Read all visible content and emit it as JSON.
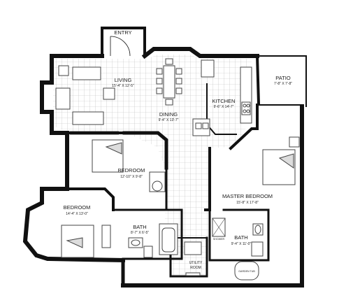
{
  "rooms": {
    "entry": {
      "name": "ENTRY"
    },
    "living": {
      "name": "LIVING",
      "dims": "15'-4\" X 12'-5\""
    },
    "dining": {
      "name": "DINING",
      "dims": "9'-4\" X 13'-7\""
    },
    "kitchen": {
      "name": "KITCHEN",
      "dims": "9'-6\" X 14'-7\""
    },
    "patio": {
      "name": "PATIO",
      "dims": "7'-8\" X 7'-8\""
    },
    "bedroom_mid": {
      "name": "BEDROOM",
      "dims": "12'-10\" X 9'-8\""
    },
    "bedroom_left": {
      "name": "BEDROOM",
      "dims": "14'-4\" X 13'-0\""
    },
    "bath_small": {
      "name": "BATH",
      "dims": "8'-7\" X 6'-5\""
    },
    "master_bedroom": {
      "name": "MASTER BEDROOM",
      "dims": "15'-8\" X 17'-8\""
    },
    "master_bath": {
      "name": "BATH",
      "dims": "9'-4\" X 11'-0\""
    },
    "utility": {
      "line1": "UTILITY",
      "line2": "ROOM"
    }
  },
  "fixtures": {
    "shower": "SHOWER",
    "garden_tub": "GARDEN TUB"
  },
  "colors": {
    "wall": "#111111",
    "tile": "#b9b9b9",
    "furniture": "#444444"
  }
}
